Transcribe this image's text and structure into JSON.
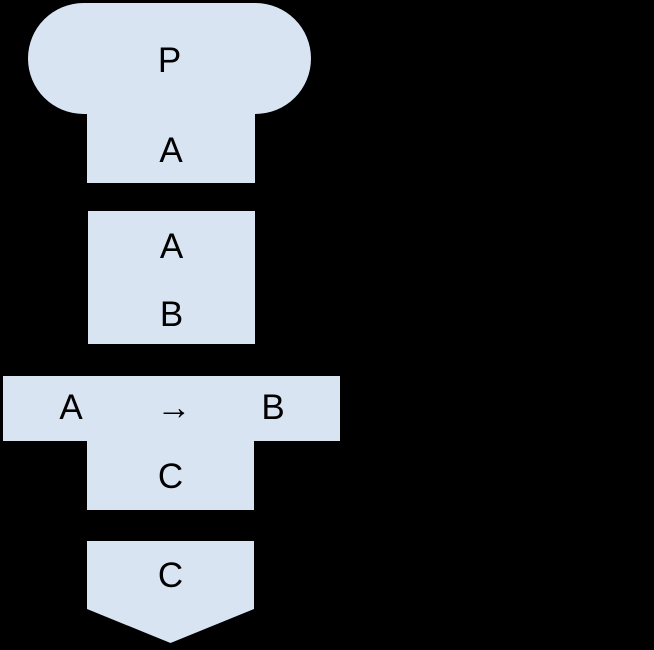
{
  "colors": {
    "background": "#000000",
    "block_fill": "#d8e4f2",
    "label_text": "#000000"
  },
  "blocks": {
    "premise": {
      "head": "P",
      "stem": "A"
    },
    "derivation": {
      "top": "A",
      "bottom": "B"
    },
    "implication": {
      "antecedent": "A",
      "operator": "→",
      "consequent": "B",
      "stem": "C"
    },
    "conclusion": {
      "label": "C"
    }
  }
}
